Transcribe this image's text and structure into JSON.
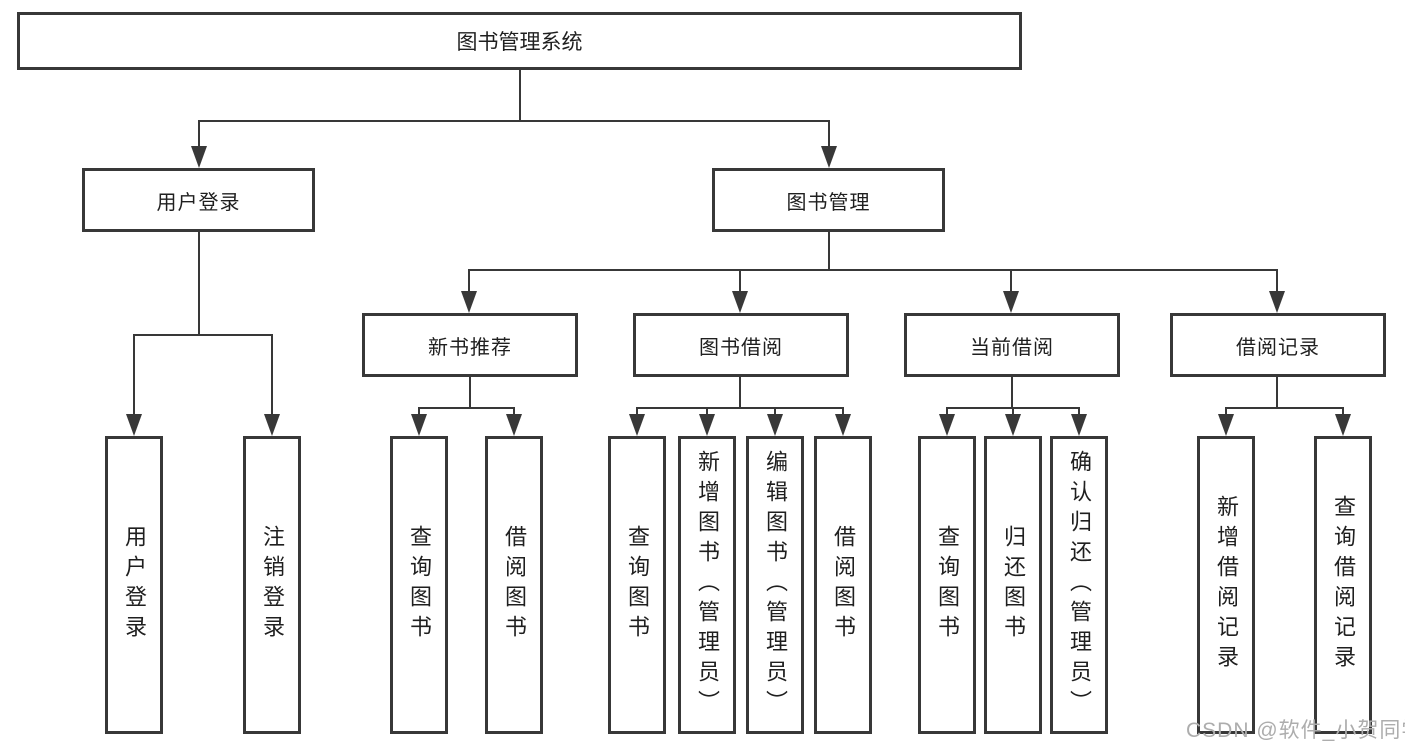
{
  "tree": {
    "root": {
      "label": "图书管理系统",
      "children": [
        {
          "label": "用户登录",
          "children": [
            {
              "label": "用户登录"
            },
            {
              "label": "注销登录"
            }
          ]
        },
        {
          "label": "图书管理",
          "children": [
            {
              "label": "新书推荐",
              "children": [
                {
                  "label": "查询图书"
                },
                {
                  "label": "借阅图书"
                }
              ]
            },
            {
              "label": "图书借阅",
              "children": [
                {
                  "label": "查询图书"
                },
                {
                  "label": "新增图书（管理员）"
                },
                {
                  "label": "编辑图书（管理员）"
                },
                {
                  "label": "借阅图书"
                }
              ]
            },
            {
              "label": "当前借阅",
              "children": [
                {
                  "label": "查询图书"
                },
                {
                  "label": "归还图书"
                },
                {
                  "label": "确认归还（管理员）"
                }
              ]
            },
            {
              "label": "借阅记录",
              "children": [
                {
                  "label": "新增借阅记录"
                },
                {
                  "label": "查询借阅记录"
                }
              ]
            }
          ]
        }
      ]
    }
  },
  "colors": {
    "line": "#383838",
    "box_background": "#ffffff",
    "text": "#1f1f1f",
    "watermark": "#adadad"
  },
  "watermark": {
    "text": "CSDN @软件_小贺同学"
  }
}
